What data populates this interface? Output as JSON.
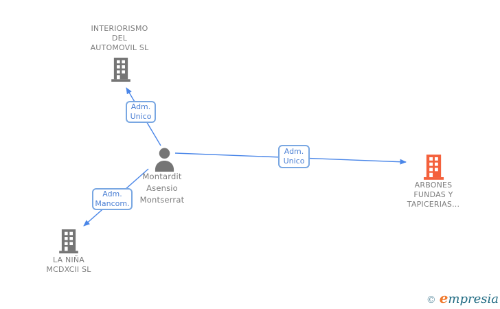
{
  "diagram": {
    "nodes": {
      "company_top": {
        "type": "company",
        "lines": [
          "INTERIORISMO",
          "DEL",
          "AUTOMOVIL SL"
        ]
      },
      "person": {
        "type": "person",
        "lines": [
          "Montardit",
          "Asensio",
          "Montserrat"
        ]
      },
      "company_right": {
        "type": "company",
        "lines": [
          "ARBONES",
          "FUNDAS Y",
          "TAPICERIAS..."
        ]
      },
      "company_bottom_left": {
        "type": "company",
        "lines": [
          "LA NIÑA",
          "MCDXCII SL"
        ]
      }
    },
    "edges": [
      {
        "from": "person",
        "to": "company_top",
        "label": [
          "Adm.",
          "Unico"
        ]
      },
      {
        "from": "person",
        "to": "company_right",
        "label": [
          "Adm.",
          "Unico"
        ]
      },
      {
        "from": "person",
        "to": "company_bottom_left",
        "label": [
          "Adm.",
          "Mancom."
        ]
      }
    ]
  },
  "branding": {
    "copyright_symbol": "©",
    "brand_initial": "e",
    "brand_rest": "mpresia"
  },
  "colors": {
    "edge_blue": "#4a86e8",
    "edge_label_border": "#79a7e2",
    "edge_label_text": "#4a7fd4",
    "node_gray": "#757575",
    "node_orange": "#f4613c",
    "text_gray": "#7c7c7c",
    "logo_orange": "#f0792c",
    "logo_teal": "#1f6a82"
  }
}
